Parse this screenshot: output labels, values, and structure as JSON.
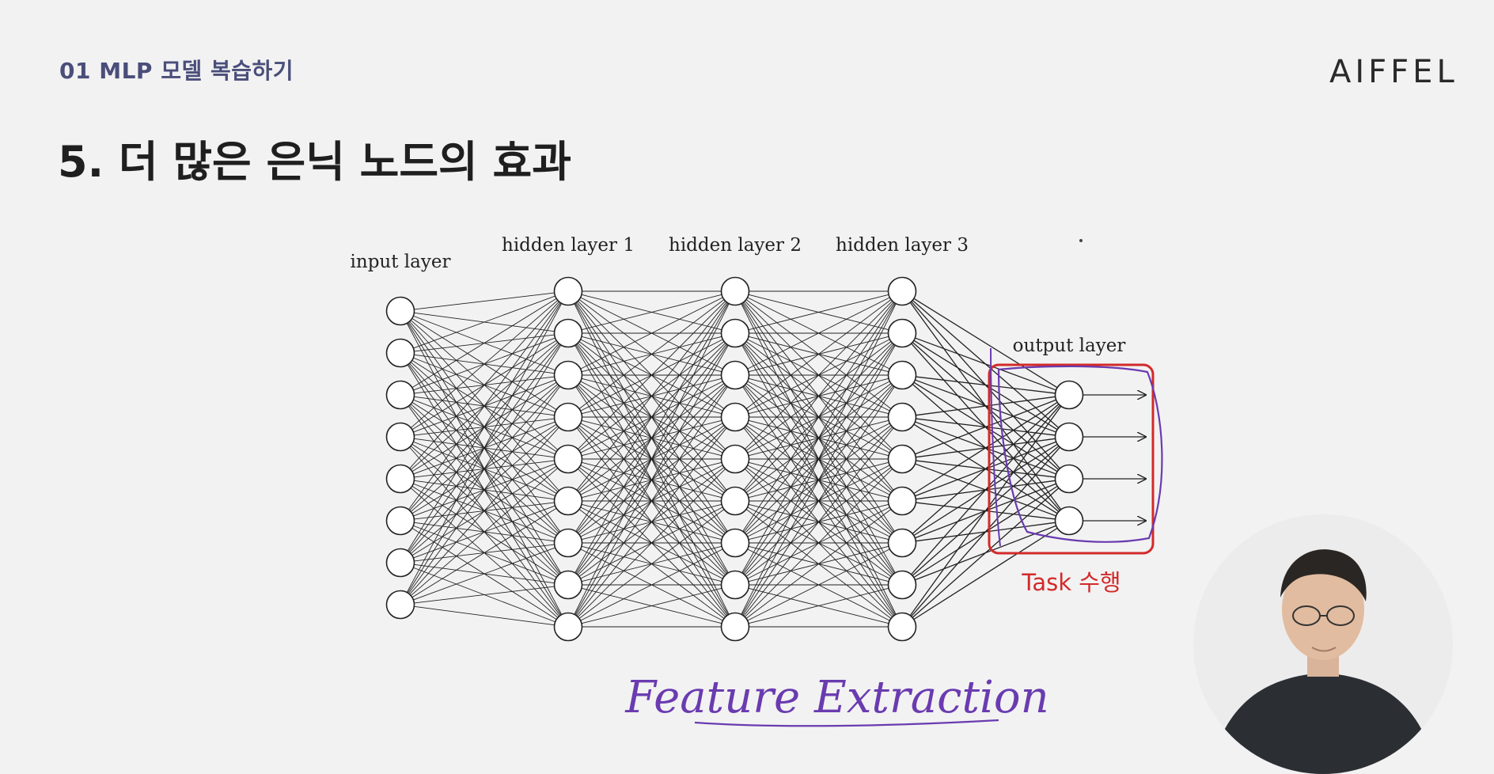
{
  "header": {
    "section_label": "01 MLP 모델 복습하기",
    "brand": "AIFFEL"
  },
  "slide": {
    "title": "5. 더 많은 은닉 노드의 효과"
  },
  "diagram": {
    "layers": [
      {
        "label": "input layer",
        "nodes": 8
      },
      {
        "label": "hidden layer 1",
        "nodes": 9
      },
      {
        "label": "hidden layer 2",
        "nodes": 9
      },
      {
        "label": "hidden layer 3",
        "nodes": 9
      },
      {
        "label": "output layer",
        "nodes": 4
      }
    ],
    "annotation_box_label": "Task 수행",
    "handwritten_note": "Feature Extraction",
    "colors": {
      "nodes": "#222222",
      "annotation_box": "#d32a2a",
      "pen": "#6a3bb0"
    }
  },
  "webcam": {
    "shows": "presenter"
  }
}
